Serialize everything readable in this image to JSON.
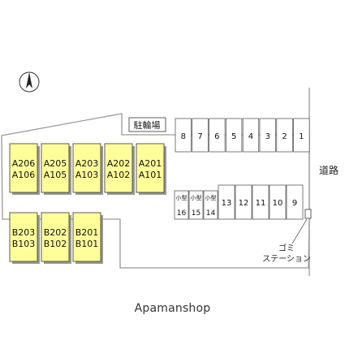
{
  "map": {
    "bicycle_parking_label": "駐輪場",
    "road_label": "道路",
    "garbage_label_line1": "ゴミ",
    "garbage_label_line2": "ステーション",
    "compass": "north-arrow-icon"
  },
  "buildings": {
    "A": [
      {
        "top": "A206",
        "bottom": "A106"
      },
      {
        "top": "A205",
        "bottom": "A105"
      },
      {
        "top": "A203",
        "bottom": "A103"
      },
      {
        "top": "A202",
        "bottom": "A102"
      },
      {
        "top": "A201",
        "bottom": "A101"
      }
    ],
    "B": [
      {
        "top": "B203",
        "bottom": "B103"
      },
      {
        "top": "B202",
        "bottom": "B102"
      },
      {
        "top": "B201",
        "bottom": "B101"
      }
    ]
  },
  "parking": {
    "upper_row": [
      "8",
      "7",
      "6",
      "5",
      "4",
      "3",
      "2",
      "1"
    ],
    "lower_small": [
      {
        "type": "小型",
        "number": "16"
      },
      {
        "type": "小型",
        "number": "15"
      },
      {
        "type": "小型",
        "number": "14"
      }
    ],
    "lower_row": [
      "13",
      "12",
      "11",
      "10",
      "9"
    ]
  },
  "footer": {
    "watermark": "Apamanshop"
  },
  "colors": {
    "building_fill": "#ffff99",
    "building_shadow": "#999999"
  }
}
